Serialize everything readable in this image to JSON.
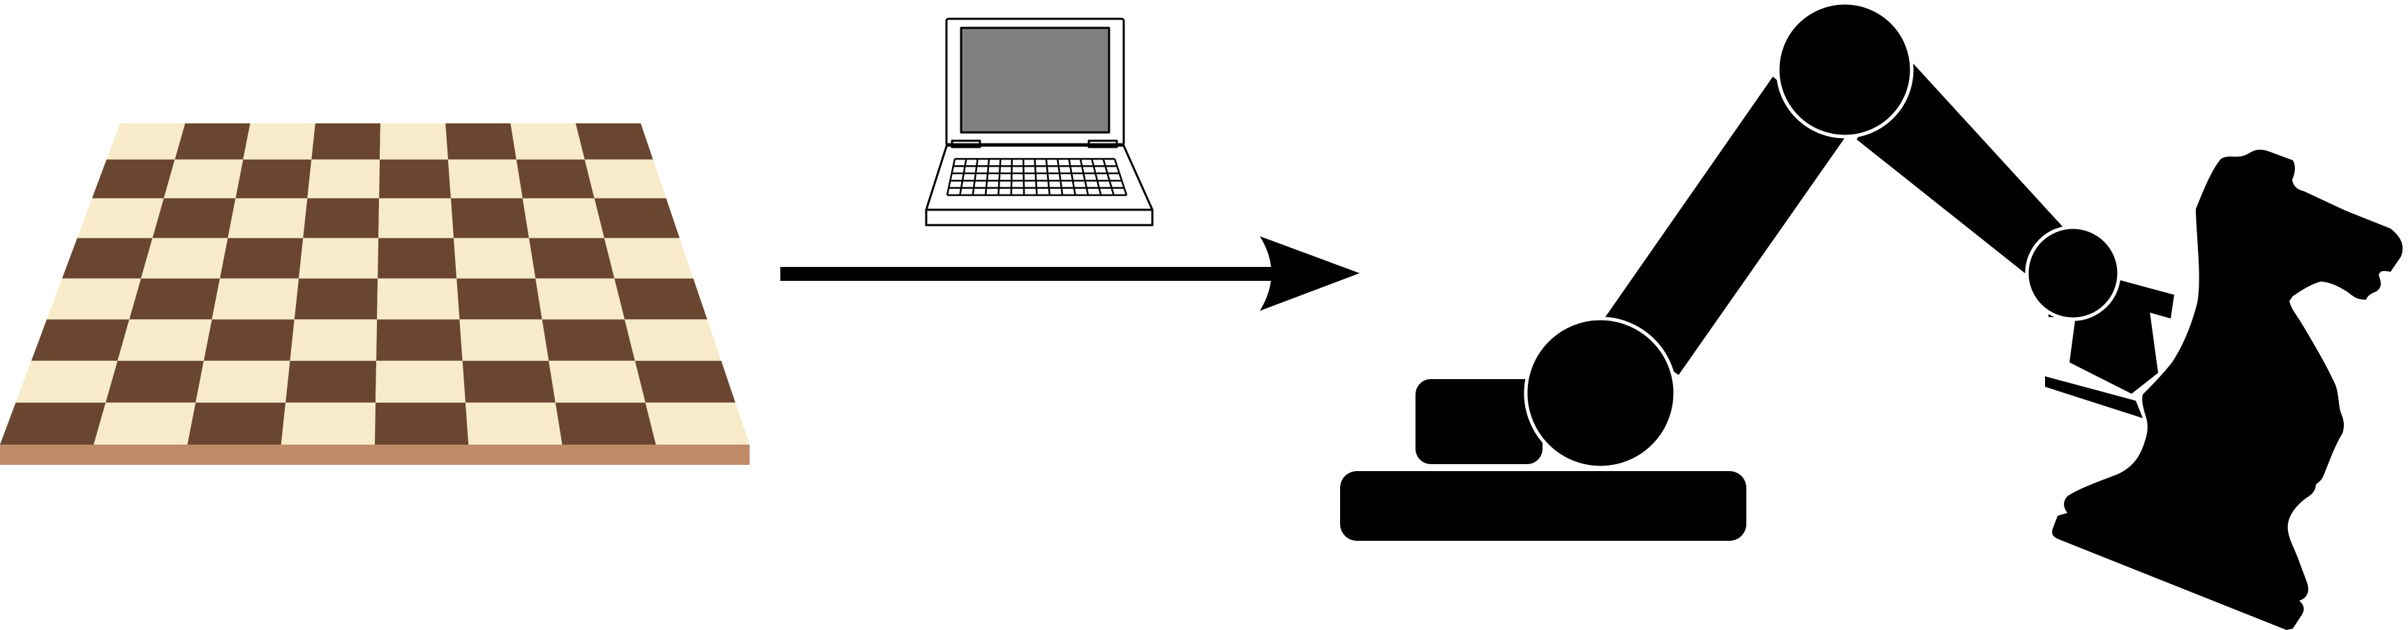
{
  "chessboard": {
    "files": 8,
    "ranks": 8,
    "light_square_color": "#f7ebc9",
    "dark_square_color": "#6a4630",
    "edge_color": "#c08b68"
  },
  "arrow": {
    "color": "#000000",
    "direction": "right"
  },
  "laptop": {
    "screen_color": "#808080",
    "outline_color": "#000000"
  },
  "robot": {
    "body_color": "#000000",
    "joint_outline_color": "#ffffff",
    "gripper_piece": "knight"
  }
}
